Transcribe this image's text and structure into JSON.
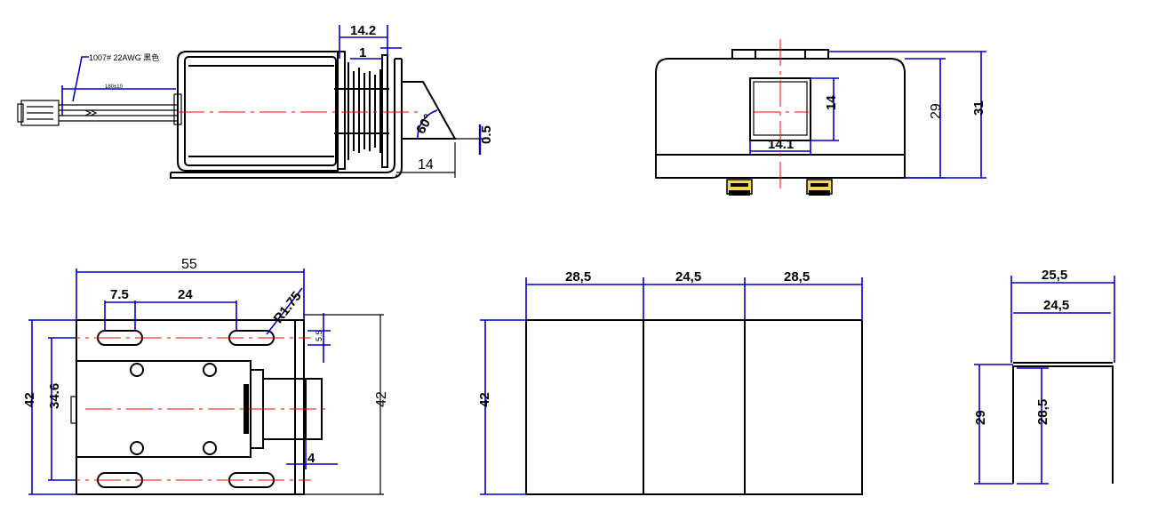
{
  "wire_note": "1007# 22AWG 黑色",
  "wire_len": "180±10",
  "dims": {
    "w14_2": "14.2",
    "w1": "1",
    "ang60": "60°",
    "w14a": "14",
    "t05": "0.5",
    "h14": "14",
    "w14_1": "14.1",
    "h29a": "29",
    "h31": "31",
    "w55": "55",
    "w7_5": "7.5",
    "w24": "24",
    "r1_75": "R1.75",
    "w5_5": "5.5",
    "h42a": "42",
    "h34_6": "34.6",
    "h42b": "42",
    "w4": "4",
    "w28_5a": "28,5",
    "w24_5a": "24,5",
    "w28_5b": "28,5",
    "h42c": "42",
    "w25_5": "25,5",
    "w24_5b": "24,5",
    "h29b": "29",
    "h28_5": "28,5"
  }
}
